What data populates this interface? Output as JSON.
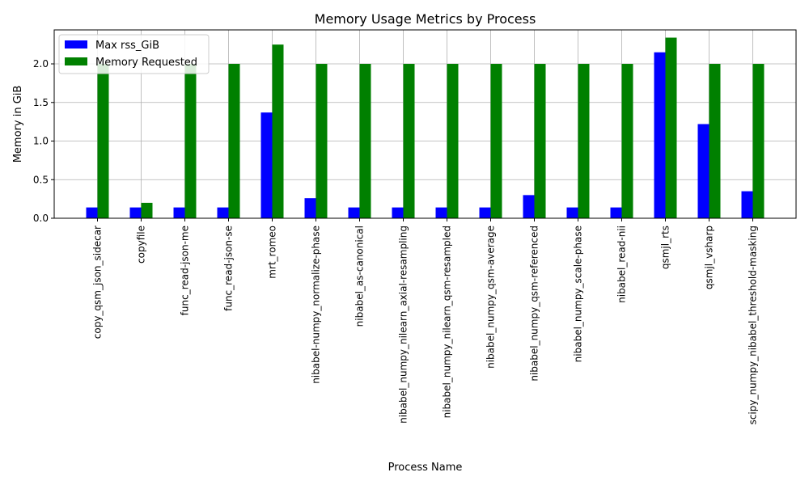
{
  "chart_data": {
    "type": "bar",
    "title": "Memory Usage Metrics by Process",
    "xlabel": "Process Name",
    "ylabel": "Memory in GiB",
    "ylim": [
      0,
      2.44
    ],
    "yticks": [
      "0.0",
      "0.5",
      "1.0",
      "1.5",
      "2.0"
    ],
    "grid": true,
    "legend_position": "top-left",
    "categories": [
      "copy_qsm_json_sidecar",
      "copyfile",
      "func_read-json-me",
      "func_read-json-se",
      "mrt_romeo",
      "nibabel-numpy_normalize-phase",
      "nibabel_as-canonical",
      "nibabel_numpy_nilearn_axial-resampling",
      "nibabel_numpy_nilearn_qsm-resampled",
      "nibabel_numpy_qsm-average",
      "nibabel_numpy_qsm-referenced",
      "nibabel_numpy_scale-phase",
      "nibabel_read-nii",
      "qsmjl_rts",
      "qsmjl_vsharp",
      "scipy_numpy_nibabel_threshold-masking"
    ],
    "series": [
      {
        "name": "Max rss_GiB",
        "color": "#0000ff",
        "values": [
          0.14,
          0.14,
          0.14,
          0.14,
          1.37,
          0.26,
          0.14,
          0.14,
          0.14,
          0.14,
          0.3,
          0.14,
          0.14,
          2.15,
          1.22,
          0.35
        ]
      },
      {
        "name": "Memory Requested",
        "color": "#008000",
        "values": [
          2.0,
          0.2,
          2.0,
          2.0,
          2.25,
          2.0,
          2.0,
          2.0,
          2.0,
          2.0,
          2.0,
          2.0,
          2.0,
          2.34,
          2.0,
          2.0
        ]
      }
    ]
  }
}
